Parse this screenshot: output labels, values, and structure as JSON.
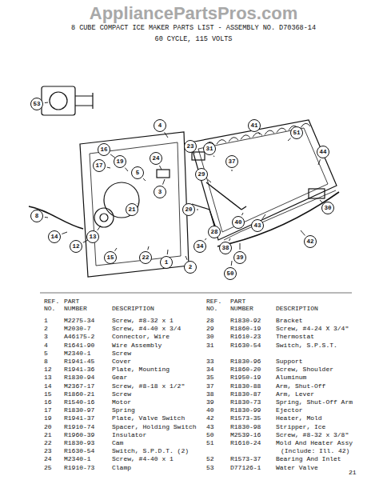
{
  "diagram": {
    "title": "8 CUBE COMPACT ICE MAKER PARTS LIST - ASSEMBLY NO. D70368-14",
    "labels": [
      "AppliancePartsPros.com",
      "60 CYCLE, 115 VOLTS",
      "53",
      "4",
      "41",
      "51",
      "16",
      "17",
      "19",
      "5",
      "24",
      "23",
      "3",
      "31",
      "37",
      "29",
      "44",
      "21",
      "20",
      "8",
      "14",
      "12",
      "13",
      "15",
      "22",
      "1",
      "2",
      "34",
      "28",
      "38",
      "39",
      "40",
      "43",
      "42",
      "30",
      "50",
      "REF.",
      "NO.",
      "PART",
      "NUMBER",
      "DESCRIPTION",
      "REF.",
      "NO.",
      "PART",
      "NUMBER",
      "DESCRIPTION",
      "1",
      "M2275-34",
      "Screw, #8-32 x 1",
      "2",
      "M2030-7",
      "Screw, #4-40 x 3/4",
      "3",
      "A46175-2",
      "Connector, Wire",
      "4",
      "R1641-90",
      "Wire Assembly",
      "5",
      "M2340-1",
      "Screw",
      "8",
      "R1941-45",
      "Cover",
      "12",
      "R1941-36",
      "Plate, Mounting",
      "13",
      "R1830-94",
      "Gear",
      "14",
      "M2367-17",
      "Screw, #8-18 x 1/2\"",
      "15",
      "R1860-21",
      "Screw",
      "16",
      "R1540-16",
      "Motor",
      "17",
      "R1830-97",
      "Spring",
      "19",
      "R1941-37",
      "Plate, Valve Switch",
      "20",
      "R1910-74",
      "Spacer, Holding Switch",
      "21",
      "R1960-39",
      "Insulator",
      "22",
      "R1830-93",
      "Cam",
      "23",
      "R1630-54",
      "Switch, S.P.D.T. (2)",
      "24",
      "M2340-1",
      "Screw, #4-40 x 1",
      "25",
      "R1910-73",
      "Clamp",
      "28",
      "R1830-92",
      "Bracket",
      "29",
      "R1860-19",
      "Screw, #4-24 X 3/4\"",
      "30",
      "R1610-23",
      "Thermostat",
      "31",
      "R1630-54",
      "Switch, S.P.S.T.",
      "33",
      "R1830-96",
      "Support",
      "34",
      "R1860-20",
      "Screw, Shoulder",
      "35",
      "R1950-19",
      "Aluminum",
      "37",
      "R1830-88",
      "Arm, Shut-Off",
      "38",
      "R1830-87",
      "Arm, Lever",
      "39",
      "R1830-73",
      "Spring, Shut-Off Arm",
      "40",
      "R1830-99",
      "Ejector",
      "42",
      "R1573-35",
      "Heater, Mold",
      "43",
      "R1830-98",
      "Stripper, Ice",
      "50",
      "M2539-16",
      "Screw, #8-32 x 3/8\"",
      "51",
      "R1610-24",
      "Mold And Heater Assy",
      "(Include: Ill. 42)",
      "52",
      "R1573-37",
      "Bearing And Inlet",
      "53",
      "D77126-1",
      "Water Valve",
      "21"
    ]
  }
}
